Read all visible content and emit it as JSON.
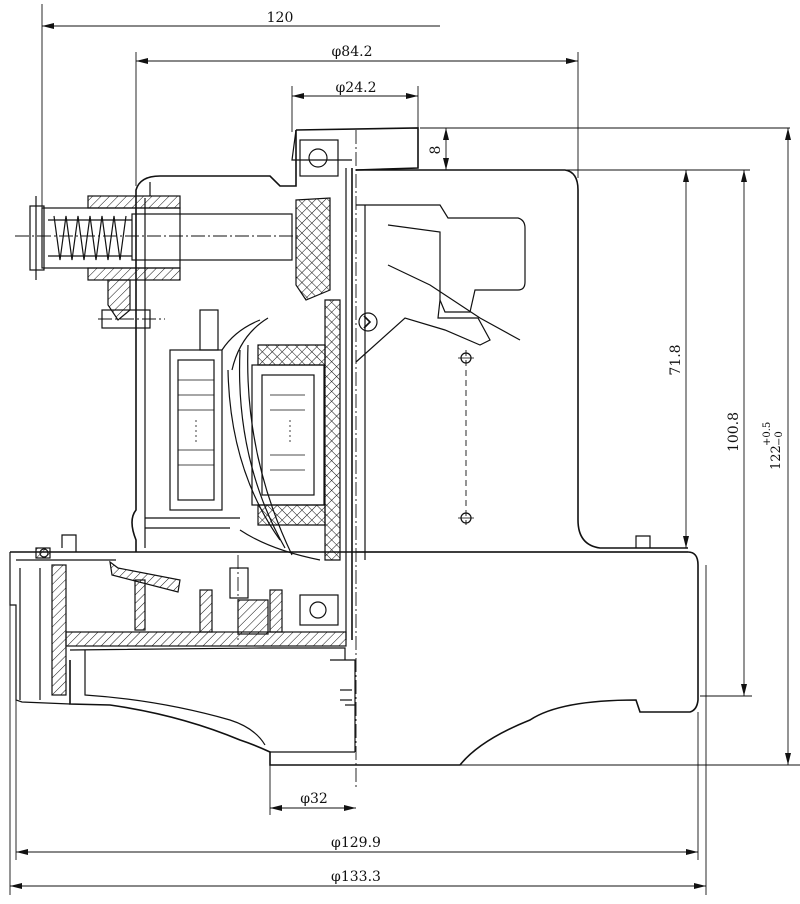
{
  "dimensions": {
    "overall_length": "120",
    "housing_diameter": "φ84.2",
    "bearing_diameter": "φ24.2",
    "top_cap_height": "8",
    "height_71_8": "71.8",
    "height_100_8": "100.8",
    "total_height_base": "122",
    "total_height_tol_upper": "+0.5",
    "total_height_tol_lower": "−0",
    "outlet_diameter": "φ32",
    "fan_diameter": "φ129.9",
    "base_diameter": "φ133.3"
  }
}
